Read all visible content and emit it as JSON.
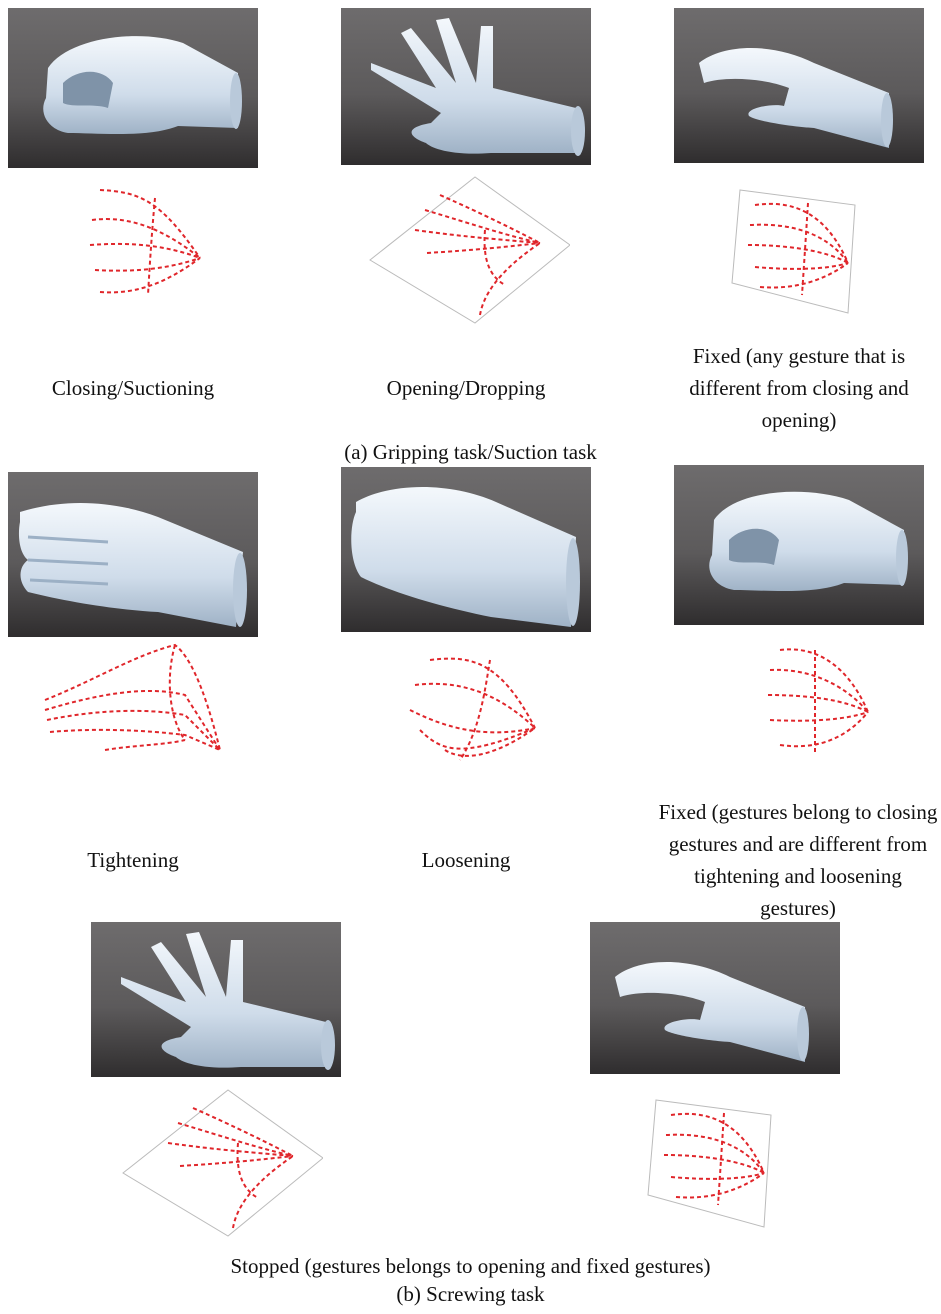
{
  "section_a": {
    "labels": {
      "closing": "Closing/Suctioning",
      "opening": "Opening/Dropping",
      "fixed": "Fixed (any gesture that is different from closing and opening)"
    },
    "caption": "(a) Gripping task/Suction task"
  },
  "section_b": {
    "labels": {
      "tightening": "Tightening",
      "loosening": "Loosening",
      "fixed": "Fixed (gestures belong to closing gestures and are different from tightening and loosening gestures)"
    },
    "stopped_label": "Stopped (gestures belongs to opening and fixed gestures)",
    "caption": "(b) Screwing task"
  },
  "colors": {
    "panel_top": "#6e6c6d",
    "panel_bottom": "#2f2d2e",
    "hand": "#dbe6f1",
    "skeleton": "#e0262b"
  }
}
